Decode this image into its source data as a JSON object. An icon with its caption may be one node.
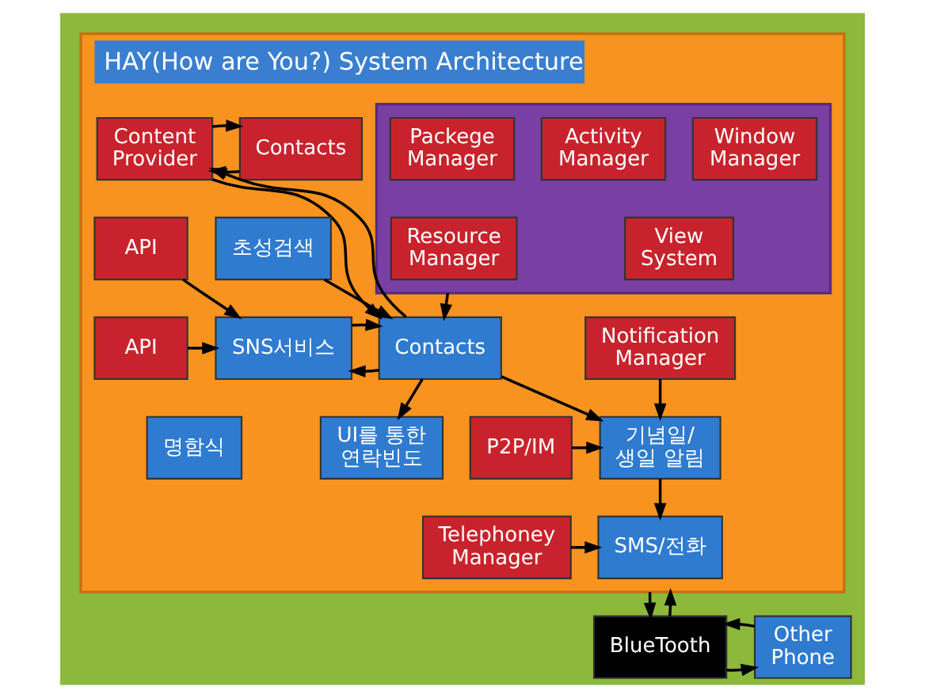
{
  "diagram": {
    "nodes": [
      {
        "text": [
          "HAY(How are You?) System Architecture"
        ]
      },
      {
        "text": [],
        "shape": "box",
        "in": 0
      },
      {
        "text": [
          "Contacts"
        ],
        "in": 0
      },
      {
        "text": [
          "Content Provider"
        ],
        "in": 0
      },
      {
        "text": [
          "Window Manager"
        ],
        "in": 1
      },
      {
        "text": [
          "Activity Manager"
        ],
        "in": 1
      },
      {
        "text": [
          "Packege Manager"
        ],
        "in": 1
      },
      {
        "text": [
          "View System"
        ],
        "in": 1
      },
      {
        "text": [
          "Resource Manager"
        ],
        "in": 1
      },
      {
        "text": [
          "초성검색"
        ],
        "in": 0
      },
      {
        "text": [
          "Contacts"
        ],
        "in": 0
      },
      {
        "text": [
          "SNS서비스"
        ],
        "in": 0
      },
      {
        "text": [
          "API"
        ],
        "in": 0
      },
      {
        "text": [
          "API"
        ],
        "in": 0
      },
      {
        "text": [
          "Notification Manager"
        ],
        "in": 0
      },
      {
        "text": [
          "P2P/IM"
        ],
        "in": 0
      },
      {
        "text": [
          "기념일/ 생일 알림"
        ],
        "in": 0
      },
      {
        "text": [
          "UI를 통한 연락빈도"
        ],
        "in": 0
      },
      {
        "text": [
          "명함식"
        ],
        "in": 0
      },
      {
        "text": [
          "Telephoney Manager"
        ],
        "in": 0
      },
      {
        "text": [
          "SMS/전화"
        ],
        "in": 0
      },
      {
        "text": [
          "BlueTooth"
        ]
      },
      {
        "text": [
          "Other Phone"
        ]
      }
    ],
    "edges": [
      {
        "from": 2,
        "to": 3,
        "arrow": "to"
      },
      {
        "from": 3,
        "to": 2,
        "arrow": "to"
      },
      {
        "from": 3,
        "to": 10,
        "arrow": "to"
      },
      {
        "from": 10,
        "to": 3,
        "arrow": "to"
      },
      {
        "from": 1,
        "to": 10,
        "arrow": "to"
      },
      {
        "from": 9,
        "to": 10,
        "arrow": "to"
      },
      {
        "from": 10,
        "to": 11,
        "arrow": "to"
      },
      {
        "from": 11,
        "to": 10,
        "arrow": "to"
      },
      {
        "from": 12,
        "to": 11,
        "arrow": "to"
      },
      {
        "from": 13,
        "to": 11,
        "arrow": "to"
      },
      {
        "from": 10,
        "to": 16,
        "arrow": "to"
      },
      {
        "from": 10,
        "to": 17,
        "arrow": "to"
      },
      {
        "from": 14,
        "to": 16,
        "arrow": "to"
      },
      {
        "from": 15,
        "to": 16,
        "arrow": "to"
      },
      {
        "from": 16,
        "to": 20,
        "arrow": "to"
      },
      {
        "from": 19,
        "to": 20,
        "arrow": "to"
      },
      {
        "from": 0,
        "to": 21,
        "arrow": "to"
      },
      {
        "from": 21,
        "to": 0,
        "arrow": "to"
      },
      {
        "from": 21,
        "to": 22,
        "arrow": "to"
      },
      {
        "from": 22,
        "to": 21,
        "arrow": "to"
      }
    ]
  }
}
